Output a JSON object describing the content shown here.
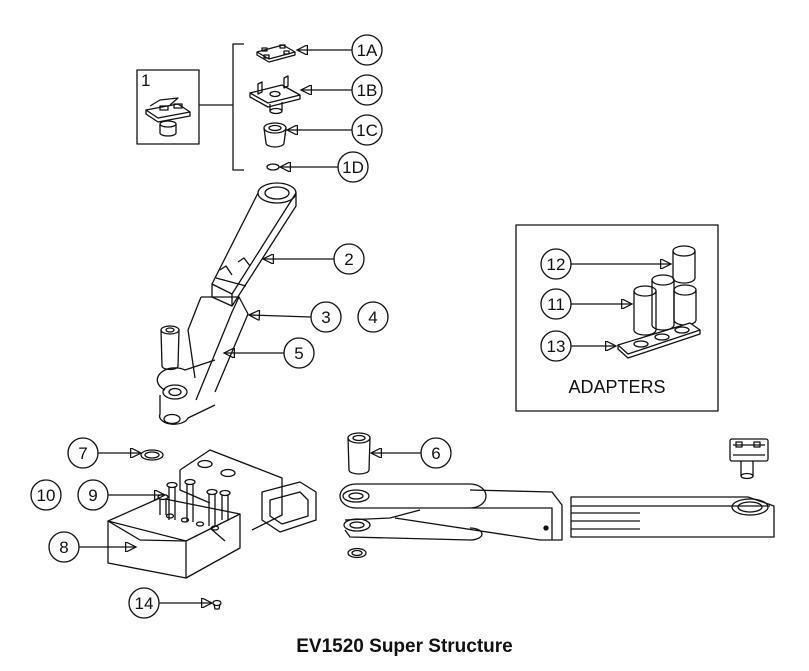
{
  "title": "EV1520 Super Structure",
  "group_label": "1",
  "adapters_label": "ADAPTERS",
  "callouts": {
    "c1A": "1A",
    "c1B": "1B",
    "c1C": "1C",
    "c1D": "1D",
    "c2": "2",
    "c3": "3",
    "c4": "4",
    "c5": "5",
    "c6": "6",
    "c7": "7",
    "c8": "8",
    "c9": "9",
    "c10": "10",
    "c11": "11",
    "c12": "12",
    "c13": "13",
    "c14": "14"
  }
}
